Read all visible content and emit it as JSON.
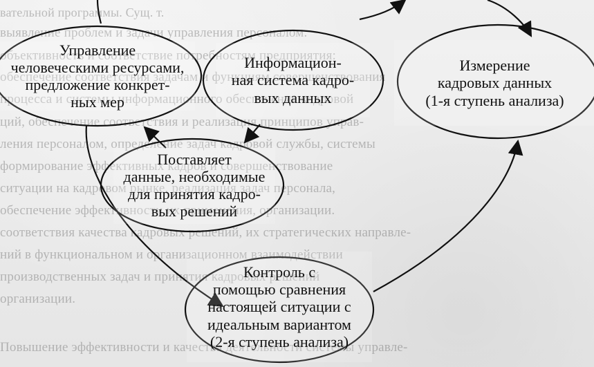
{
  "background_text": [
    "вательной программы. Сущ. т.",
    "выявление проблем и задачи управления персоналом.",
    "объективность и соответствие потребностям предприятия:",
    "обеспечение соответствия задачам и функциям совершенствования",
    "процесса и системы информационного обеспечения кадровой",
    "ций, обеспечение соответствия и реализация принципов управ-",
    "ления персоналом, определение задач кадровой службы, системы",
    "формирование эффективных кадров и совершенствование",
    "ситуации на кадровом рынке, реализация задач персонала,",
    "обеспечение эффективности их применения, организации.",
    "соответствия качества кадровых решений, их стратегических направле-",
    "ний в функциональном и организационном взаимодействии",
    "производственных задач и принятия кадровых решений",
    "организации.",
    "Повышение эффективности и качества деятельности системы управле-"
  ],
  "nodes": {
    "n1": "Управление\nчеловеческими ресурсами,\nпредложение конкрет-\nных мер",
    "n2": "Информацион-\nная система кадро-\nвых данных",
    "n3": "Измерение\nкадровых данных\n(1-я ступень анализа)",
    "n4": "Поставляет\nданные, необходимые\nдля принятия кадро-\nвых решений",
    "n5": "Контроль с\nпомощью сравнения\nнастоящей ситуации с\nидеальным вариантом\n(2-я ступень анализа)"
  }
}
